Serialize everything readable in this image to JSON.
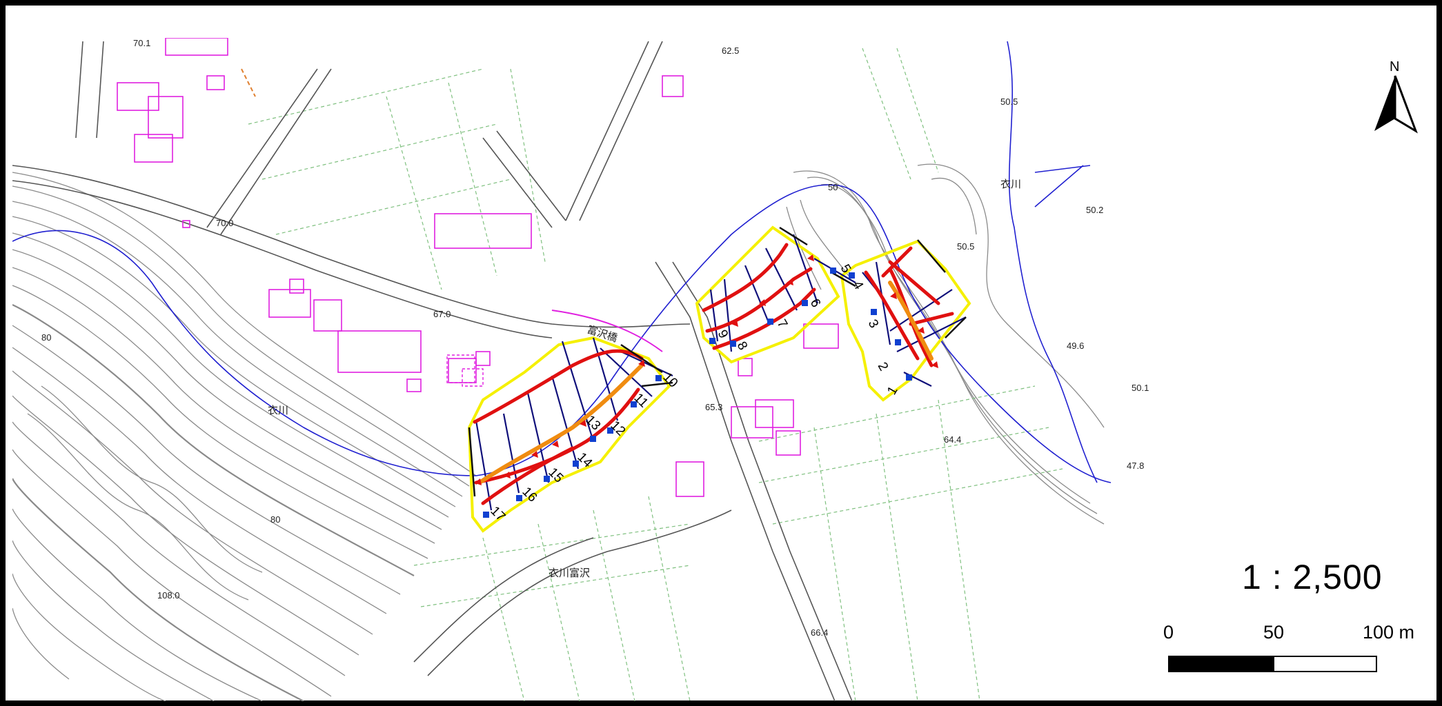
{
  "map": {
    "place_labels": [
      {
        "id": "koromo-river-west",
        "text": "衣川"
      },
      {
        "id": "koromo-river-east",
        "text": "衣川"
      },
      {
        "id": "tomizawa-bridge",
        "text": "富沢橋"
      },
      {
        "id": "koromo-tomizawa",
        "text": "衣川富沢"
      }
    ],
    "elevation_labels": [
      "70.1",
      "62.5",
      "50.5",
      "70.0",
      "50",
      "50.2",
      "50.5",
      "67.0",
      "80",
      "49.6",
      "65.3",
      "50.1",
      "64.4",
      "47.8",
      "80",
      "108.0",
      "66.4"
    ],
    "section_numbers": [
      "1",
      "2",
      "3",
      "4",
      "5",
      "6",
      "7",
      "8",
      "9",
      "10",
      "11",
      "12",
      "13",
      "14",
      "15",
      "16",
      "17"
    ]
  },
  "north_arrow": {
    "label": "N"
  },
  "scale": {
    "ratio": "1 : 2,500",
    "ticks": [
      "0",
      "50",
      "100 m"
    ]
  },
  "colors": {
    "building": "#e020e0",
    "river": "#2020d0",
    "boundary": "#f5f000",
    "hazard_red": "#e01010",
    "hazard_orange": "#f08c10",
    "section_line": "#10107a",
    "section_point": "#1040d0",
    "contour": "#8a8a8a",
    "field": "#7fc07f"
  }
}
